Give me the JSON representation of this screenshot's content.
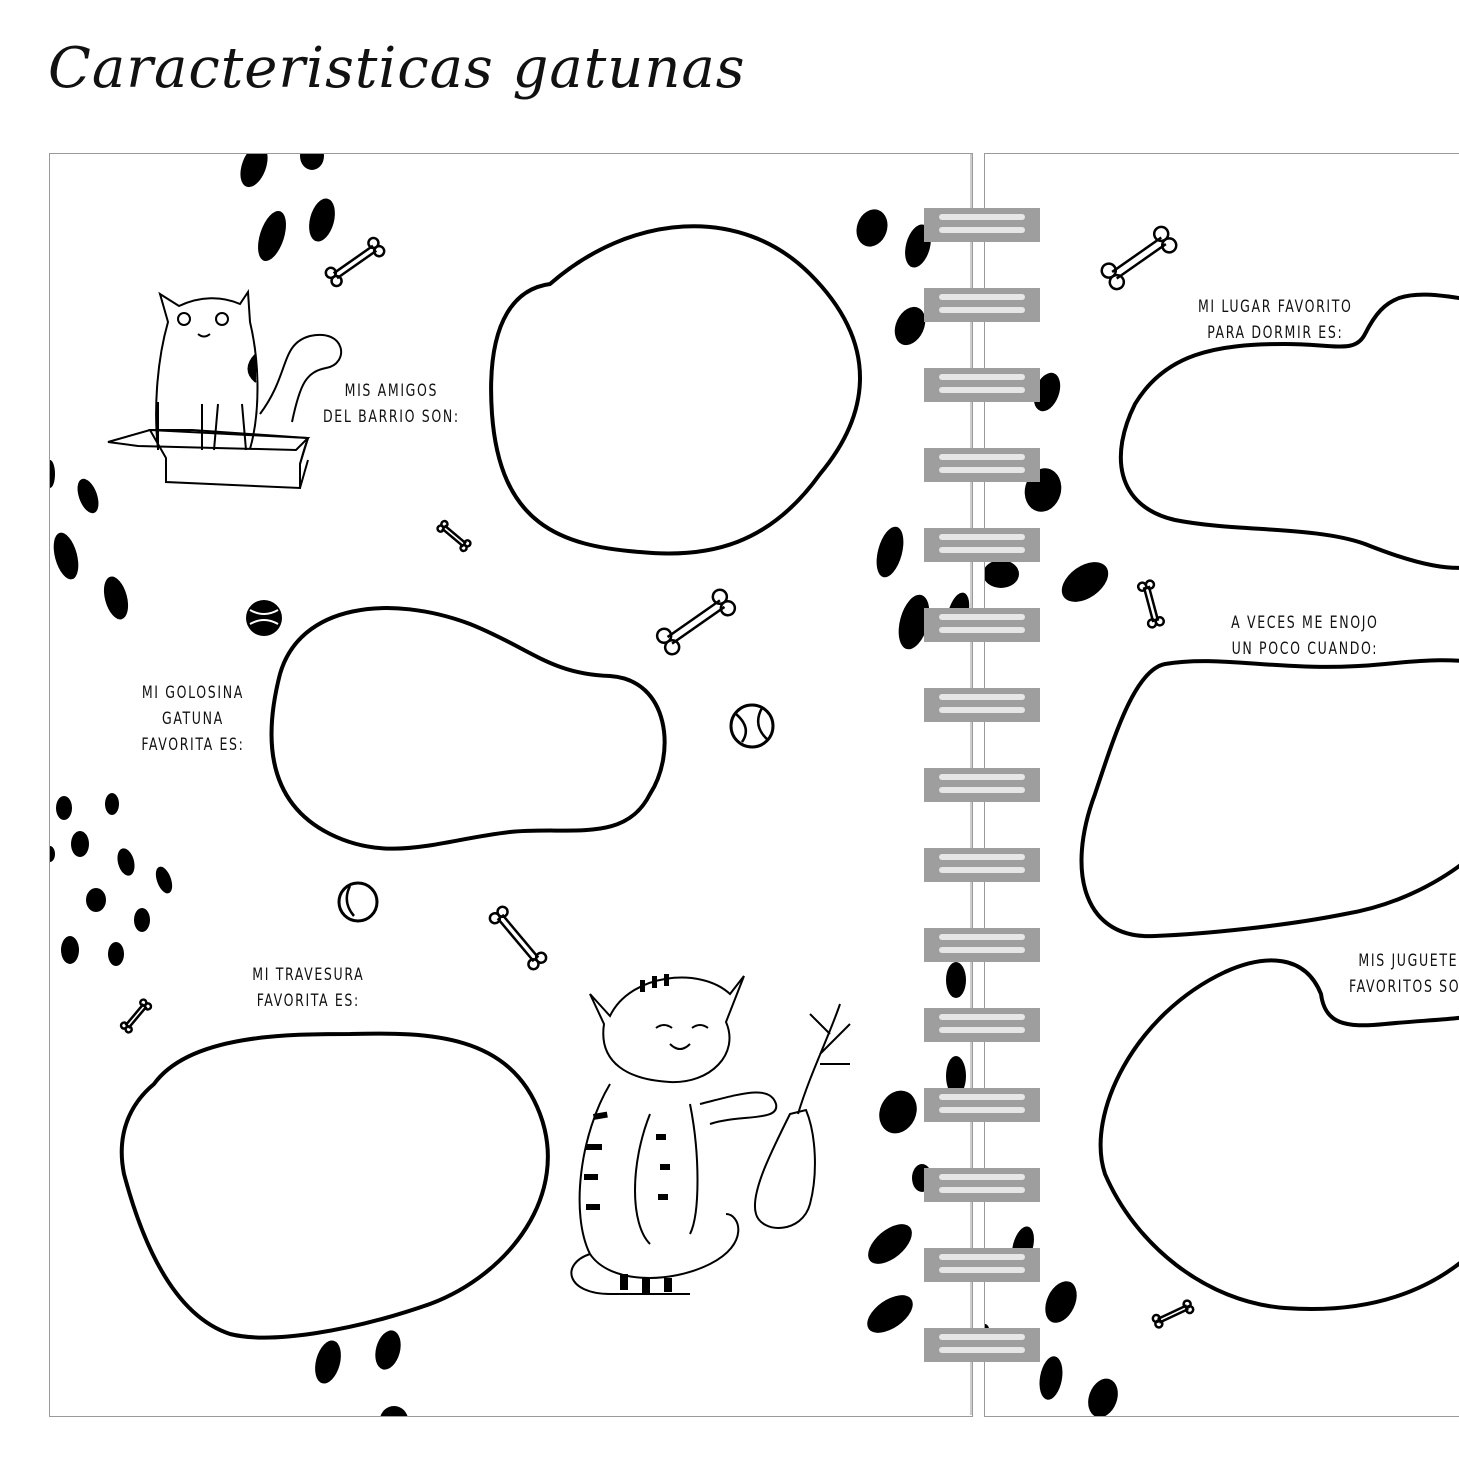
{
  "title": "Caracteristicas gatunas",
  "left_page": {
    "labels": [
      "MIS AMIGOS\nDEL BARRIO SON:",
      "MI GOLOSINA\nGATUNA\nFAVORITA ES:",
      "MI TRAVESURA\nFAVORITA ES:"
    ]
  },
  "right_page": {
    "labels": [
      "MI LUGAR FAVORITO\nPARA DORMIR ES:",
      "A VECES ME ENOJO\nUN POCO CUANDO:",
      "MIS JUGUETES\nFAVORITOS SON:"
    ]
  },
  "spiral": {
    "ring_count": 15,
    "ring_color": "#9e9e9e"
  },
  "icons": [
    "cat-in-box-icon",
    "cat-with-vase-icon",
    "bone-icon",
    "ball-icon"
  ]
}
